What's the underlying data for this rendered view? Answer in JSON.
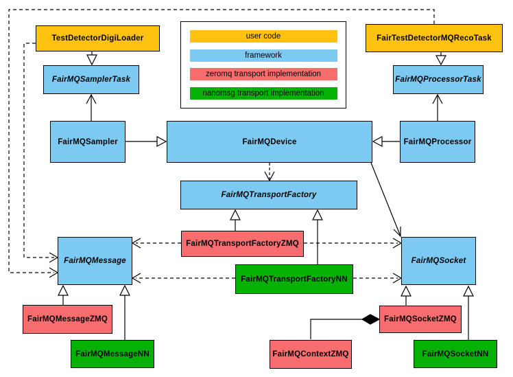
{
  "diagram": {
    "type": "uml-class-diagram",
    "nodes": {
      "test_detector_digi_loader": "TestDetectorDigiLoader",
      "fair_test_detector_mq_reco_task": "FairTestDetectorMQRecoTask",
      "fair_mq_sampler_task": "FairMQSamplerTask",
      "fair_mq_processor_task": "FairMQProcessorTask",
      "fair_mq_sampler": "FairMQSampler",
      "fair_mq_device": "FairMQDevice",
      "fair_mq_processor": "FairMQProcessor",
      "fair_mq_transport_factory": "FairMQTransportFactory",
      "fair_mq_transport_factory_zmq": "FairMQTransportFactoryZMQ",
      "fair_mq_transport_factory_nn": "FairMQTransportFactoryNN",
      "fair_mq_message": "FairMQMessage",
      "fair_mq_socket": "FairMQSocket",
      "fair_mq_message_zmq": "FairMQMessageZMQ",
      "fair_mq_message_nn": "FairMQMessageNN",
      "fair_mq_context_zmq": "FairMQContextZMQ",
      "fair_mq_socket_zmq": "FairMQSocketZMQ",
      "fair_mq_socket_nn": "FairMQSocketNN"
    },
    "legend": {
      "items": [
        {
          "label": "user code",
          "color": "#FFC20E"
        },
        {
          "label": "framework",
          "color": "#7CC9F2"
        },
        {
          "label": "zeromq transport implementation",
          "color": "#F86E6E"
        },
        {
          "label": "nanomsg transport implementation",
          "color": "#04B104"
        }
      ]
    },
    "colors": {
      "user_code": "#FFC20E",
      "framework": "#7CC9F2",
      "zeromq_impl": "#F86E6E",
      "nanomsg_impl": "#04B104",
      "line": "#000000",
      "background": "#FFFFFF"
    },
    "relations": [
      "TestDetectorDigiLoader -|> FairMQSamplerTask",
      "FairTestDetectorMQRecoTask -|> FairMQProcessorTask",
      "FairMQSampler -|> FairMQDevice",
      "FairMQProcessor -|> FairMQDevice",
      "FairMQSampler -> FairMQSamplerTask",
      "FairMQProcessor -> FairMQProcessorTask",
      "FairMQDevice ..> FairMQTransportFactory",
      "FairMQDevice -> FairMQSocket",
      "FairMQTransportFactoryZMQ -|> FairMQTransportFactory",
      "FairMQTransportFactoryNN -|> FairMQTransportFactory",
      "FairMQTransportFactoryZMQ ..> FairMQMessage",
      "FairMQTransportFactoryZMQ ..> FairMQSocket",
      "FairMQTransportFactoryNN ..> FairMQMessage",
      "FairMQTransportFactoryNN ..> FairMQSocket",
      "TestDetectorDigiLoader ..> FairMQMessage",
      "FairTestDetectorMQRecoTask ..> FairMQMessage",
      "FairMQMessageZMQ -|> FairMQMessage",
      "FairMQMessageNN -|> FairMQMessage",
      "FairMQSocketZMQ -|> FairMQSocket",
      "FairMQSocketNN -|> FairMQSocket",
      "FairMQSocketZMQ *- FairMQContextZMQ"
    ]
  }
}
